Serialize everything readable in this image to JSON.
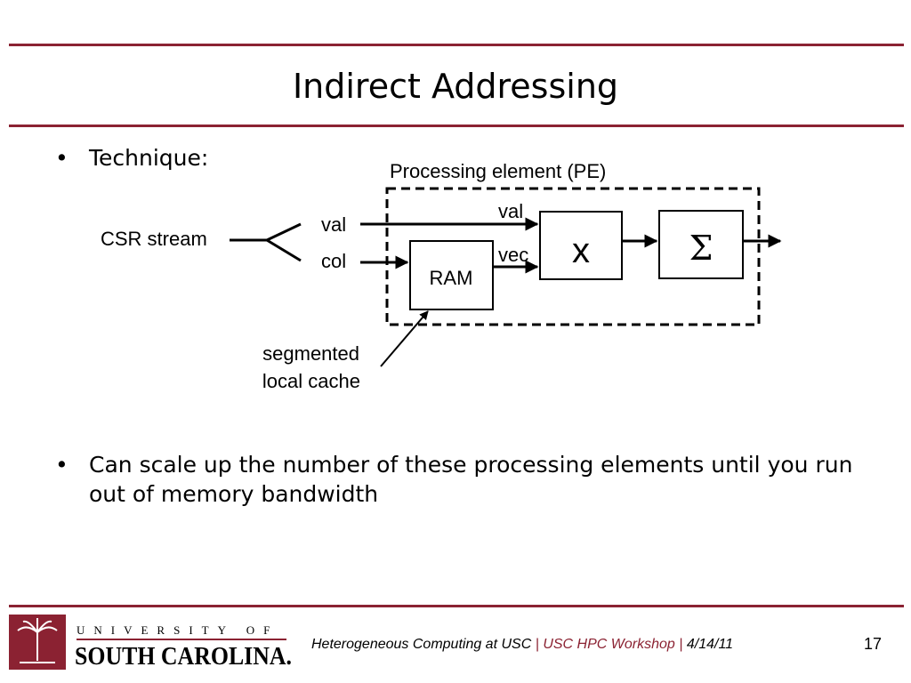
{
  "slide": {
    "title": "Indirect Addressing",
    "bullets": [
      "Technique:",
      "Can scale up the number of these processing elements until you run out of memory bandwidth"
    ],
    "bullet_symbol": "•"
  },
  "diagram": {
    "pe_label": "Processing element (PE)",
    "input_label": "CSR stream",
    "val_label": "val",
    "col_label": "col",
    "val_in_label": "val",
    "vec_label": "vec",
    "ram_label": "RAM",
    "multiply_label": "x",
    "sum_label": "Σ",
    "cache_line1": "segmented",
    "cache_line2": "local cache"
  },
  "footer": {
    "presentation": "Heterogeneous Computing at USC",
    "event": "USC HPC Workshop",
    "date": "4/14/11",
    "separator": "|",
    "page_number": "17",
    "logo_line1": "UNIVERSITY OF",
    "logo_line2": "SOUTH CAROLINA."
  },
  "colors": {
    "accent": "#8b2232",
    "text": "#000000"
  }
}
